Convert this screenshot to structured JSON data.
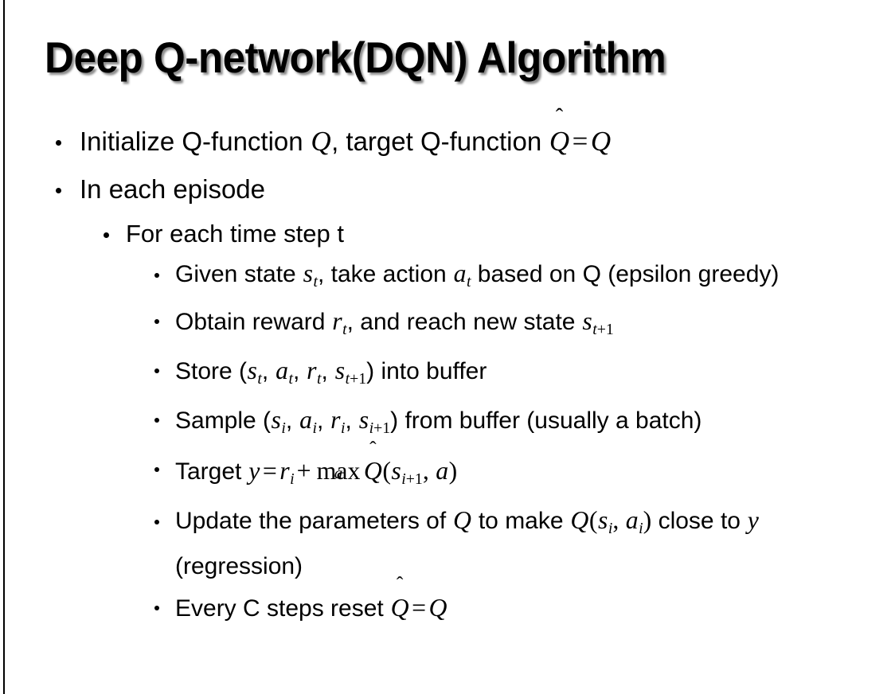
{
  "slide": {
    "title": "Deep Q-network(DQN) Algorithm",
    "background_color": "#ffffff",
    "text_color": "#000000",
    "left_rule_color": "#000000"
  },
  "bullets": {
    "initialize": {
      "level": 1,
      "prefix": "Initialize Q-function ",
      "var_q1": "Q",
      "mid": ", target Q-function ",
      "var_qhat": "Q",
      "hat_mark": "̂",
      "equals": "=",
      "var_q2": "Q"
    },
    "in_each_episode": {
      "level": 1,
      "text": "In each episode"
    },
    "for_each_time_step": {
      "level": 2,
      "text": "For each time step t"
    },
    "given_state": {
      "level": 3,
      "prefix": "Given state ",
      "var_s": "s",
      "sub_s": "t",
      "mid1": ", take action ",
      "var_a": "a",
      "sub_a": "t",
      "suffix": " based on Q (epsilon greedy)"
    },
    "obtain_reward": {
      "level": 3,
      "prefix": "Obtain reward ",
      "var_r": "r",
      "sub_r": "t",
      "mid": ", and reach new state ",
      "var_s": "s",
      "sub_s_var": "t",
      "sub_s_plus": "+1"
    },
    "store": {
      "level": 3,
      "prefix": "Store (",
      "var_s1": "s",
      "sub_s1": "t",
      "sep1": ", ",
      "var_a": "a",
      "sub_a": "t",
      "sep2": ", ",
      "var_r": "r",
      "sub_r": "t",
      "sep3": ", ",
      "var_s2": "s",
      "sub_s2_var": "t",
      "sub_s2_plus": "+1",
      "suffix": ") into buffer"
    },
    "sample": {
      "level": 3,
      "prefix": "Sample (",
      "var_s1": "s",
      "sub_s1": "i",
      "sep1": ", ",
      "var_a": "a",
      "sub_a": "i",
      "sep2": ", ",
      "var_r": "r",
      "sub_r": "i",
      "sep3": ", ",
      "var_s2": "s",
      "sub_s2_var": "i",
      "sub_s2_plus": "+1",
      "suffix": ") from buffer (usually a batch)"
    },
    "target": {
      "level": 3,
      "prefix": "Target ",
      "var_y": "y",
      "equals": "=",
      "var_r": "r",
      "sub_r": "i",
      "plus": "+",
      "op_name": "max",
      "op_under": "a",
      "var_qhat": "Q",
      "hat_mark": "̂",
      "paren_open": "(",
      "var_s": "s",
      "sub_s_var": "i",
      "sub_s_plus": "+1",
      "comma": ", ",
      "var_a": "a",
      "paren_close": ")"
    },
    "update": {
      "level": 3,
      "prefix": "Update the parameters of ",
      "var_q1": "Q",
      "mid1": " to make ",
      "var_q2": "Q",
      "paren_open": "(",
      "var_s": "s",
      "sub_s": "i",
      "comma": ", ",
      "var_a": "a",
      "sub_a": "i",
      "paren_close": ")",
      "mid2": " close to ",
      "var_y": "y",
      "suffix": " (regression)"
    },
    "reset": {
      "level": 3,
      "prefix": "Every C steps reset ",
      "var_qhat": "Q",
      "hat_mark": "̂",
      "equals": "=",
      "var_q": "Q"
    }
  }
}
